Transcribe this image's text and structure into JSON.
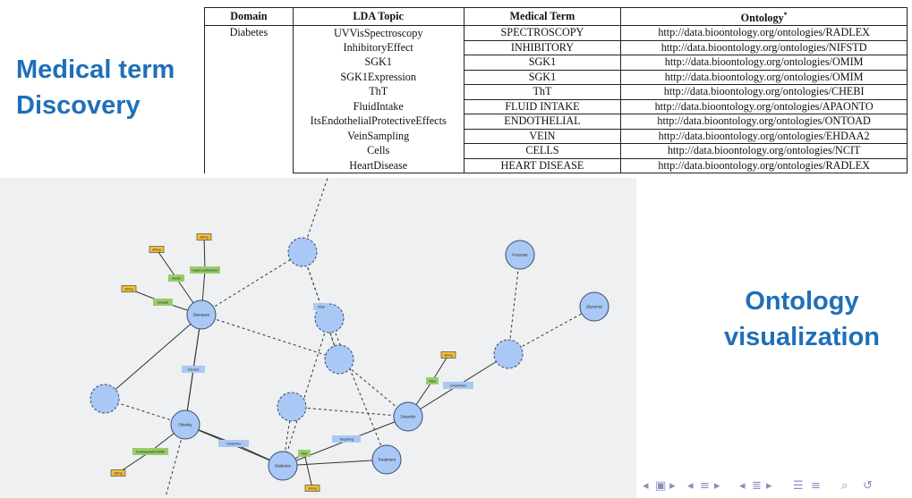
{
  "headings": {
    "discovery": [
      "Medical term",
      "Discovery"
    ],
    "visualization": [
      "Ontology",
      "visualization"
    ]
  },
  "table": {
    "headers": [
      "Domain",
      "LDA Topic",
      "Medical Term",
      "Ontology"
    ],
    "ontology_footnote_mark": "*",
    "domain": "Diabetes",
    "rows": [
      [
        "UVVisSpectroscopy",
        "SPECTROSCOPY",
        "http://data.bioontology.org/ontologies/RADLEX"
      ],
      [
        "InhibitoryEffect",
        "INHIBITORY",
        "http://data.bioontology.org/ontologies/NIFSTD"
      ],
      [
        "SGK1",
        "SGK1",
        "http://data.bioontology.org/ontologies/OMIM"
      ],
      [
        "SGK1Expression",
        "SGK1",
        "http://data.bioontology.org/ontologies/OMIM"
      ],
      [
        "ThT",
        "ThT",
        "http://data.bioontology.org/ontologies/CHEBI"
      ],
      [
        "FluidIntake",
        "FLUID INTAKE",
        "http://data.bioontology.org/ontologies/APAONTO"
      ],
      [
        "ItsEndothelialProtectiveEffects",
        "ENDOTHELIAL",
        "http://data.bioontology.org/ontologies/ONTOAD"
      ],
      [
        "VeinSampling",
        "VEIN",
        "http://data.bioontology.org/ontologies/EHDAA2"
      ],
      [
        "Cells",
        "CELLS",
        "http://data.bioontology.org/ontologies/NCIT"
      ],
      [
        "HeartDisease",
        "HEART DISEASE",
        "http://data.bioontology.org/ontologies/RADLEX"
      ]
    ]
  },
  "graph": {
    "colors": {
      "panel": "#eef0f1",
      "class_fill": "#a9c8f5",
      "class_stroke": "#3a4a6a",
      "property_fill": "#a9c8f5",
      "datatype_prop_fill": "#98cc6a",
      "literal_fill": "#f2c03a",
      "edge": "#333333"
    },
    "nodes": [
      {
        "id": "diseases",
        "label": "Diseases",
        "dashed": false
      },
      {
        "id": "diabetes",
        "label": "Diabetes",
        "dashed": false
      },
      {
        "id": "obesity",
        "label": "Obesity",
        "dashed": false
      },
      {
        "id": "disorder",
        "label": "Disorder",
        "dashed": false
      },
      {
        "id": "treatment",
        "label": "Treatment",
        "dashed": false
      },
      {
        "id": "fructose",
        "label": "Fructose",
        "dashed": false
      },
      {
        "id": "glycemic",
        "label": "Glycemic",
        "dashed": false
      },
      {
        "id": "nd1",
        "label": "",
        "dashed": true
      },
      {
        "id": "nd2",
        "label": "",
        "dashed": true
      },
      {
        "id": "nd3",
        "label": "",
        "dashed": true
      },
      {
        "id": "nd4",
        "label": "",
        "dashed": true
      },
      {
        "id": "nd5",
        "label": "",
        "dashed": true
      },
      {
        "id": "nd6",
        "label": "",
        "dashed": true
      }
    ],
    "edge_labels": [
      {
        "id": "p-causes",
        "label": "Causes",
        "kind": "object"
      },
      {
        "id": "p-risk",
        "label": "Risk",
        "kind": "object"
      },
      {
        "id": "p-underlies",
        "label": "Underlies",
        "kind": "object"
      },
      {
        "id": "p-targeting",
        "label": "Targeting",
        "kind": "object"
      },
      {
        "id": "p-underlines",
        "label": "Underlines",
        "kind": "object"
      },
      {
        "id": "p-avoid",
        "label": "Avoid",
        "kind": "datatype"
      },
      {
        "id": "p-case",
        "label": "CaseContribution",
        "kind": "datatype"
      },
      {
        "id": "p-should",
        "label": "Should",
        "kind": "datatype"
      },
      {
        "id": "p-subpop",
        "label": "SubpopulationWith",
        "kind": "datatype"
      },
      {
        "id": "p-has",
        "label": "Has",
        "kind": "datatype"
      },
      {
        "id": "p-also",
        "label": "Also",
        "kind": "datatype"
      }
    ],
    "literals": [
      {
        "id": "l1",
        "label": "string"
      },
      {
        "id": "l2",
        "label": "string"
      },
      {
        "id": "l3",
        "label": "string"
      },
      {
        "id": "l4",
        "label": "string"
      },
      {
        "id": "l5",
        "label": "string"
      },
      {
        "id": "l6",
        "label": "string"
      }
    ]
  },
  "nav": {
    "icons": [
      "frame-left-arrow-icon",
      "frame-icon",
      "frame-right-arrow-icon",
      "subsection-left-arrow-icon",
      "subsection-icon",
      "subsection-right-arrow-icon",
      "section-left-arrow-icon",
      "section-icon",
      "section-right-arrow-icon",
      "toc-icon",
      "align-icon",
      "search-icon",
      "undo-icon"
    ]
  }
}
